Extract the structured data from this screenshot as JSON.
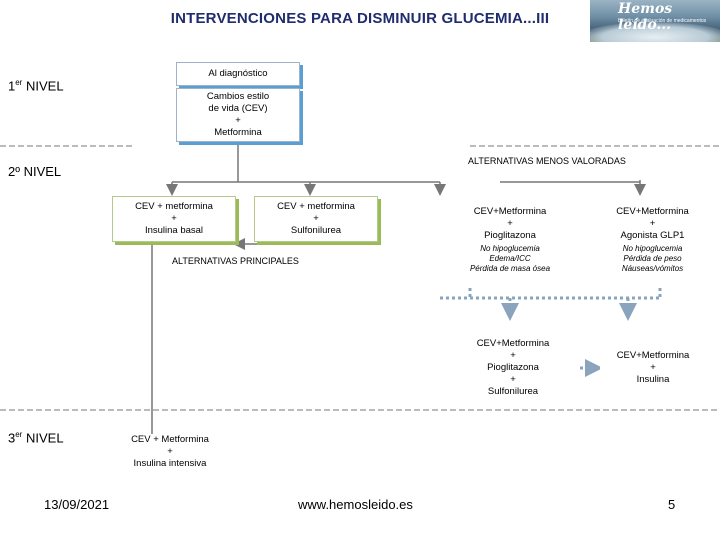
{
  "title": "INTERVENCIONES PARA DISMINUIR GLUCEMIA...III",
  "logo": {
    "text": "Hemos leído...",
    "subtitle": "boletín de evaluación de medicamentos"
  },
  "levels": {
    "first": "1er NIVEL",
    "second": "2º NIVEL",
    "third": "3er NIVEL"
  },
  "boxes": {
    "diagnosis": "Al diagnóstico",
    "cev_metformin": [
      "Cambios estilo",
      "de vida (CEV)",
      "+",
      "Metformina"
    ],
    "basal": [
      "CEV + metformina",
      "+",
      "Insulina basal"
    ],
    "sulfonylurea": [
      "CEV + metformina",
      "+",
      "Sulfonilurea"
    ],
    "pioglitazone": [
      "CEV+Metformina",
      "+",
      "Pioglitazona"
    ],
    "glp1": [
      "CEV+Metformina",
      "+",
      "Agonista GLP1"
    ],
    "triple": [
      "CEV+Metformina",
      "+",
      "Pioglitazona",
      "+",
      "Sulfonilurea"
    ],
    "insulin": [
      "CEV+Metformina",
      "+",
      "Insulina"
    ],
    "intensive": [
      "CEV + Metformina",
      "+",
      "Insulina intensiva"
    ]
  },
  "notes": {
    "pioglitazone": [
      "No hipoglucemia",
      "Edema/ICC",
      "Pérdida de masa ósea"
    ],
    "glp1": [
      "No hipoglucemia",
      "Pérdida de peso",
      "Náuseas/vómitos"
    ]
  },
  "labels": {
    "principal": "ALTERNATIVAS PRINCIPALES",
    "less_valued": "ALTERNATIVAS MENOS VALORADAS"
  },
  "footer": {
    "date": "13/09/2021",
    "url": "www.hemosleido.es",
    "page": "5"
  }
}
